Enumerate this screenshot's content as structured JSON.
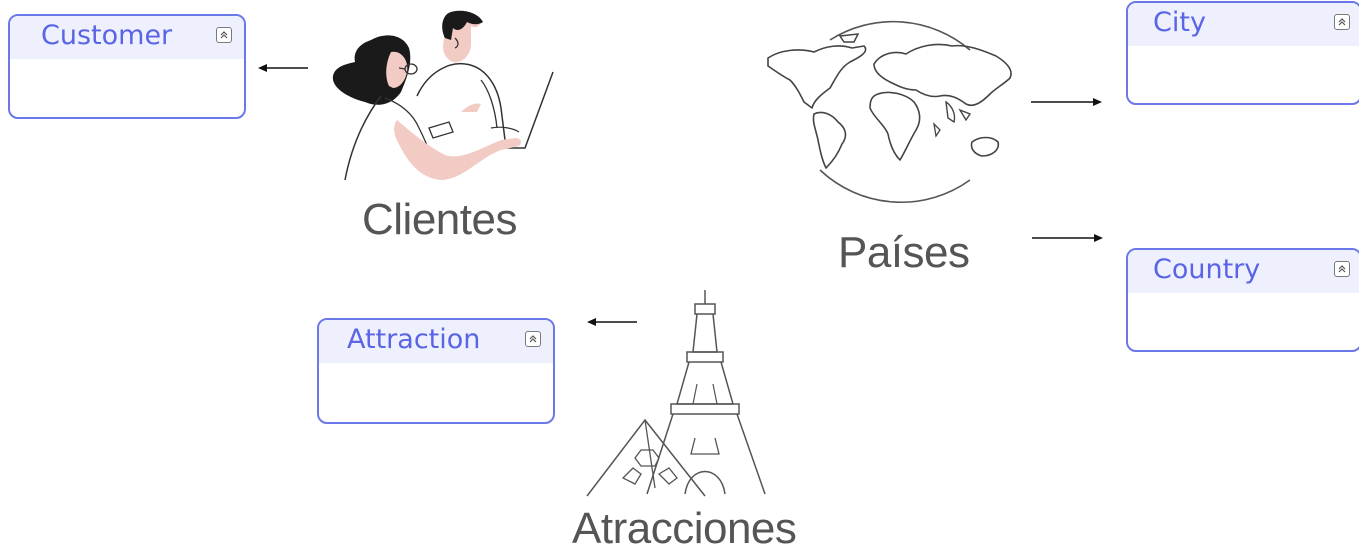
{
  "entities": {
    "customer": {
      "name": "Customer"
    },
    "city": {
      "name": "City"
    },
    "country": {
      "name": "Country"
    },
    "attraction": {
      "name": "Attraction"
    }
  },
  "captions": {
    "clientes": "Clientes",
    "paises": "Países",
    "atracciones": "Atracciones"
  },
  "icons": {
    "collapse": "double-chevron-up-icon",
    "clientes": "people-with-laptop-illustration",
    "paises": "world-map-globe-illustration",
    "atracciones": "eiffel-tower-pyramid-illustration"
  },
  "colors": {
    "entity_border": "#6b78ea",
    "entity_header": "#eef0fd",
    "entity_text": "#5a64e6",
    "caption": "#555555",
    "arrow": "#111111"
  }
}
